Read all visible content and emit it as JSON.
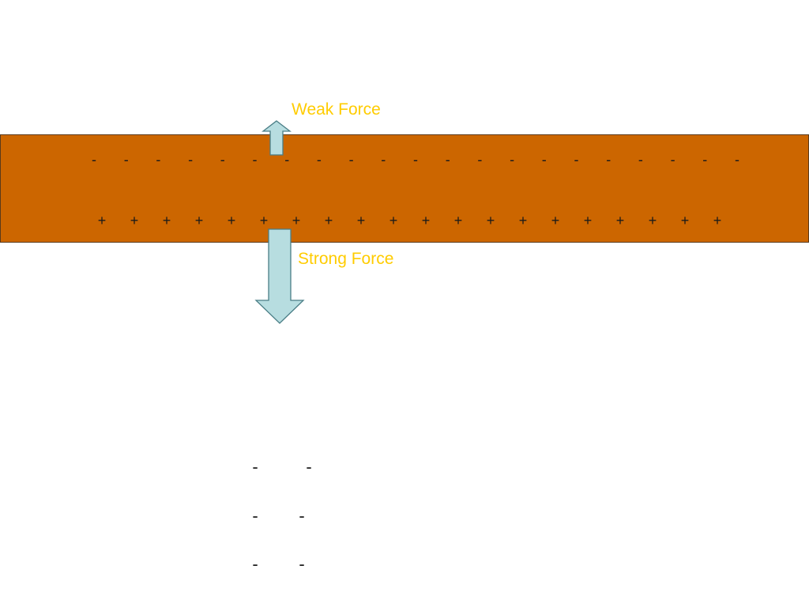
{
  "labels": {
    "weak_force": "Weak Force",
    "strong_force": "Strong Force"
  },
  "band": {
    "negative_symbol": "-",
    "positive_symbol": "+",
    "negative_count": 21,
    "positive_count": 20
  },
  "bottom_charges": {
    "symbol": "-",
    "count": 6
  },
  "colors": {
    "band": "#cc6600",
    "label": "#ffcc00",
    "arrow_fill": "#b7dde0",
    "arrow_stroke": "#4a7e86"
  }
}
